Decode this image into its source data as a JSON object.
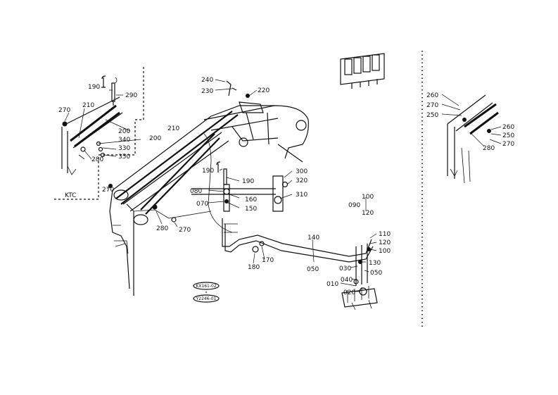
{
  "labels": {
    "l240": "240",
    "l230": "230",
    "l220": "220",
    "l190a": "190",
    "l290": "290",
    "l270a": "270",
    "l210a": "210",
    "l200a": "200",
    "l340": "340",
    "l330": "330",
    "l350": "350",
    "l280a": "280",
    "ktc": "KTC",
    "l270b": "270",
    "l210b": "210",
    "l200b": "200",
    "l190b": "190",
    "l190c": "190",
    "l300": "300",
    "l320": "320",
    "l310": "310",
    "l080": "080",
    "l070": "070",
    "l160": "160",
    "l150": "150",
    "l280b": "280",
    "l270c": "270",
    "l180": "180",
    "l170": "170",
    "l140": "140",
    "l050a": "050",
    "l100a": "100",
    "l090": "090",
    "l120a": "120",
    "l110": "110",
    "l120b": "120",
    "l100b": "100",
    "l130": "130",
    "l050b": "050",
    "l030": "030",
    "l040": "040",
    "l010": "010",
    "l020": "020",
    "l260a": "260",
    "l270d": "270",
    "l250a": "250",
    "l260b": "260",
    "l250b": "250",
    "l270e": "270",
    "l280c": "280",
    "stamp1": "KX161-02",
    "stamp2": "Y2246-01"
  }
}
